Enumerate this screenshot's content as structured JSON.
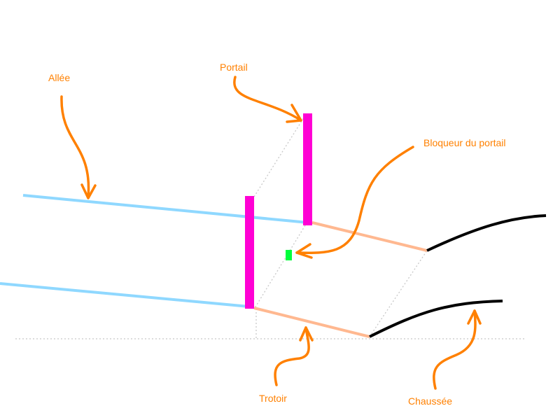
{
  "labels": {
    "allee": "Allée",
    "portail": "Portail",
    "bloqueur": "Bloqueur du portail",
    "trotoir": "Trotoir",
    "chaussee": "Chaussée"
  },
  "colors": {
    "annotation": "#ff8000",
    "allee": "#8fd8ff",
    "portail": "#ff00d4",
    "bloqueur": "#00ff3c",
    "trotoir": "#ffb890",
    "chaussee": "#000000",
    "guide": "#c8c8c8"
  }
}
